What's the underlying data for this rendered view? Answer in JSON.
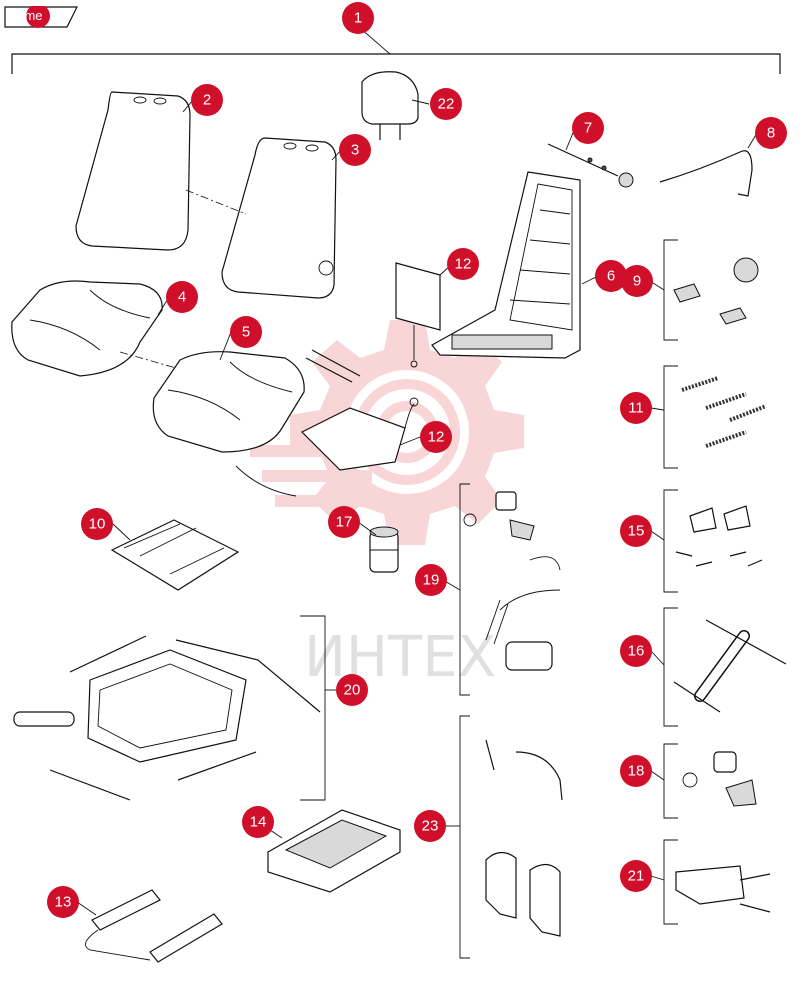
{
  "nav": {
    "home_label": "home"
  },
  "watermark": {
    "text": "ИНТЕХ"
  },
  "callouts": [
    {
      "id": "1",
      "label": "1"
    },
    {
      "id": "2",
      "label": "2"
    },
    {
      "id": "3",
      "label": "3"
    },
    {
      "id": "4",
      "label": "4"
    },
    {
      "id": "5",
      "label": "5"
    },
    {
      "id": "6",
      "label": "6"
    },
    {
      "id": "7",
      "label": "7"
    },
    {
      "id": "8",
      "label": "8"
    },
    {
      "id": "9",
      "label": "9"
    },
    {
      "id": "10",
      "label": "10"
    },
    {
      "id": "11",
      "label": "11"
    },
    {
      "id": "12a",
      "label": "12"
    },
    {
      "id": "12b",
      "label": "12"
    },
    {
      "id": "13",
      "label": "13"
    },
    {
      "id": "14",
      "label": "14"
    },
    {
      "id": "15",
      "label": "15"
    },
    {
      "id": "16",
      "label": "16"
    },
    {
      "id": "17",
      "label": "17"
    },
    {
      "id": "18",
      "label": "18"
    },
    {
      "id": "19",
      "label": "19"
    },
    {
      "id": "20",
      "label": "20"
    },
    {
      "id": "21",
      "label": "21"
    },
    {
      "id": "22",
      "label": "22"
    },
    {
      "id": "23",
      "label": "23"
    }
  ],
  "colors": {
    "callout": "#d0102a",
    "watermark": "#f3b3b8",
    "line": "#111111"
  }
}
